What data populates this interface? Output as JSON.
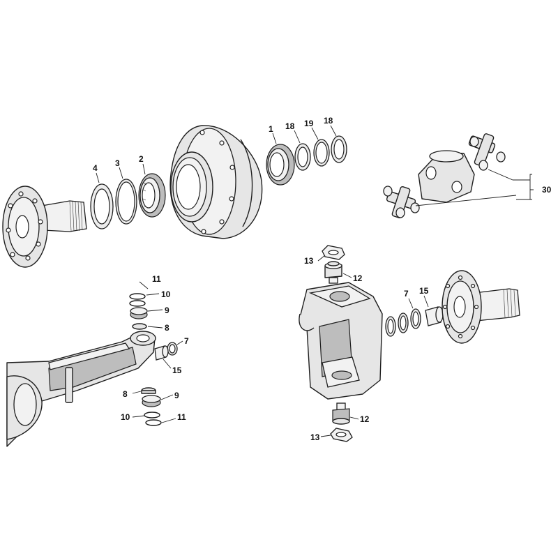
{
  "labels": {
    "n1": "1",
    "n2": "2",
    "n3": "3",
    "n4": "4",
    "n18a": "18",
    "n19": "19",
    "n18b": "18",
    "n30": "30",
    "n11a": "11",
    "n10a": "10",
    "n9a": "9",
    "n8a": "8",
    "n7a": "7",
    "n15a": "15",
    "n8b": "8",
    "n9b": "9",
    "n10b": "10",
    "n11b": "11",
    "n13a": "13",
    "n12a": "12",
    "n7b": "7",
    "n15b": "15",
    "n12b": "12",
    "n13b": "13"
  }
}
